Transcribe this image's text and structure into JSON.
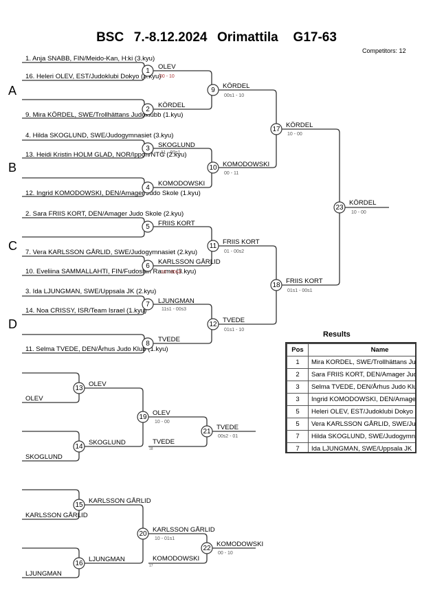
{
  "header": {
    "title": "BSC  7.-8.12.2024  Orimattila   G17-63",
    "competitors": "Competitors: 12"
  },
  "pools": [
    "A",
    "B",
    "C",
    "D"
  ],
  "entries": [
    "1. Anja SNABB, FIN/Meido-Kan, H:ki (3.kyu)",
    "16. Heleri OLEV, EST/Judoklubi Dokyo (3.kyu)",
    "9. Mira KÖRDEL, SWE/Trollhättans Judoklubb (1.kyu)",
    "4. Hilda SKOGLUND, SWE/Judogymnasiet (3.kyu)",
    "13. Heidi Kristin HOLM GLAD, NOR/Ippon/NTG (2.kyu)",
    "12. Ingrid KOMODOWSKI, DEN/Amager Judo Skole (1.kyu)",
    "2. Sara FRIIS KORT, DEN/Amager Judo Skole (2.kyu)",
    "7. Vera KARLSSON GÅRLID, SWE/Judogymnasiet (2.kyu)",
    "10. Eveliina SAMMALLAHTI, FIN/Fudoshin Rauma (3.kyu)",
    "3. Ida LJUNGMAN, SWE/Uppsala JK (2.kyu)",
    "14. Noa CRISSY, ISR/Team Israel (1.kyu)",
    "11. Selma TVEDE, DEN/Århus Judo Klub (1.kyu)"
  ],
  "matches": {
    "m1": {
      "num": "1",
      "winner": "OLEV",
      "score": "00 - 10"
    },
    "m2": {
      "num": "2",
      "winner": "KÖRDEL",
      "score": ""
    },
    "m3": {
      "num": "3",
      "winner": "SKOGLUND",
      "score": "11 - 00s1"
    },
    "m4": {
      "num": "4",
      "winner": "KOMODOWSKI",
      "score": ""
    },
    "m5": {
      "num": "5",
      "winner": "FRIIS KORT",
      "score": ""
    },
    "m6": {
      "num": "6",
      "winner": "KARLSSON GÅRLID",
      "score": "10 - 00s3"
    },
    "m7": {
      "num": "7",
      "winner": "LJUNGMAN",
      "score": "11s1 - 00s3"
    },
    "m8": {
      "num": "8",
      "winner": "TVEDE",
      "score": ""
    },
    "m9": {
      "num": "9",
      "winner": "KÖRDEL",
      "score": "00s1 - 10"
    },
    "m10": {
      "num": "10",
      "winner": "KOMODOWSKI",
      "score": "00 - 11"
    },
    "m11": {
      "num": "11",
      "winner": "FRIIS KORT",
      "score": "01 - 00s2"
    },
    "m12": {
      "num": "12",
      "winner": "TVEDE",
      "score": "01s1 - 10"
    },
    "m17": {
      "num": "17",
      "winner": "KÖRDEL",
      "score": "10 - 00"
    },
    "m18": {
      "num": "18",
      "winner": "FRIIS KORT",
      "score": "01s1 - 00s1"
    },
    "m23": {
      "num": "23",
      "winner": "KÖRDEL",
      "score": "10 - 00"
    },
    "m13": {
      "num": "13",
      "entrant": "OLEV",
      "winner": "OLEV"
    },
    "m14": {
      "num": "14",
      "entrant": "SKOGLUND",
      "winner": "SKOGLUND"
    },
    "m19": {
      "num": "19",
      "winner": "OLEV",
      "score": "10 - 00",
      "other": "TVEDE",
      "other_ref": "18"
    },
    "m21": {
      "num": "21",
      "winner": "TVEDE",
      "score": "00s2 - 01"
    },
    "m15": {
      "num": "15",
      "entrant": "KARLSSON GÅRLID",
      "winner": "KARLSSON GÅRLID"
    },
    "m16": {
      "num": "16",
      "entrant": "LJUNGMAN",
      "winner": "LJUNGMAN"
    },
    "m20": {
      "num": "20",
      "winner": "KARLSSON GÅRLID",
      "score": "10 - 01s1",
      "other": "KOMODOWSKI",
      "other_ref": "17"
    },
    "m22": {
      "num": "22",
      "winner": "KOMODOWSKI",
      "score": "00 - 10"
    }
  },
  "results": {
    "title": "Results",
    "headers": {
      "pos": "Pos",
      "name": "Name"
    },
    "rows": [
      {
        "pos": "1",
        "name": "Mira KORDEL, SWE/Trollhättans Judoklubb"
      },
      {
        "pos": "2",
        "name": "Sara FRIIS KORT, DEN/Amager Judo Skole"
      },
      {
        "pos": "3",
        "name": "Selma TVEDE, DEN/Århus Judo Klub"
      },
      {
        "pos": "3",
        "name": "Ingrid KOMODOWSKI, DEN/Amager Judo Skole"
      },
      {
        "pos": "5",
        "name": "Heleri OLEV, EST/Judoklubi Dokyo"
      },
      {
        "pos": "5",
        "name": "Vera KARLSSON GÅRLID, SWE/Judogymnasiet"
      },
      {
        "pos": "7",
        "name": "Hilda SKOGLUND, SWE/Judogymnasiet"
      },
      {
        "pos": "7",
        "name": "Ida LJUNGMAN, SWE/Uppsala JK"
      }
    ]
  }
}
